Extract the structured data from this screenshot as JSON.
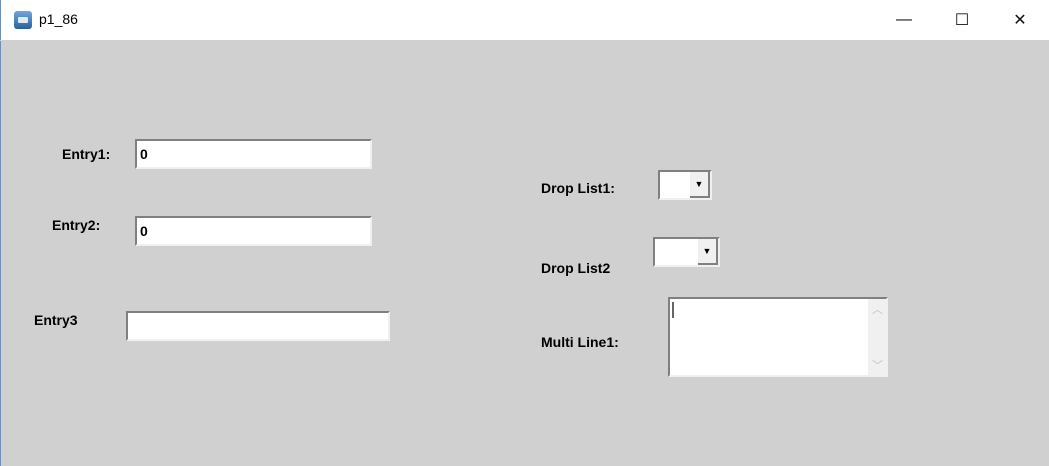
{
  "window": {
    "title": "p1_86",
    "minimize": "—",
    "maximize": "☐",
    "close": "✕"
  },
  "form": {
    "entry1": {
      "label": "Entry1:",
      "value": "0"
    },
    "entry2": {
      "label": "Entry2:",
      "value": "0"
    },
    "entry3": {
      "label": "Entry3",
      "value": ""
    },
    "droplist1": {
      "label": "Drop List1:",
      "value": ""
    },
    "droplist2": {
      "label": "Drop List2",
      "value": ""
    },
    "multiline1": {
      "label": "Multi Line1:",
      "value": ""
    }
  }
}
